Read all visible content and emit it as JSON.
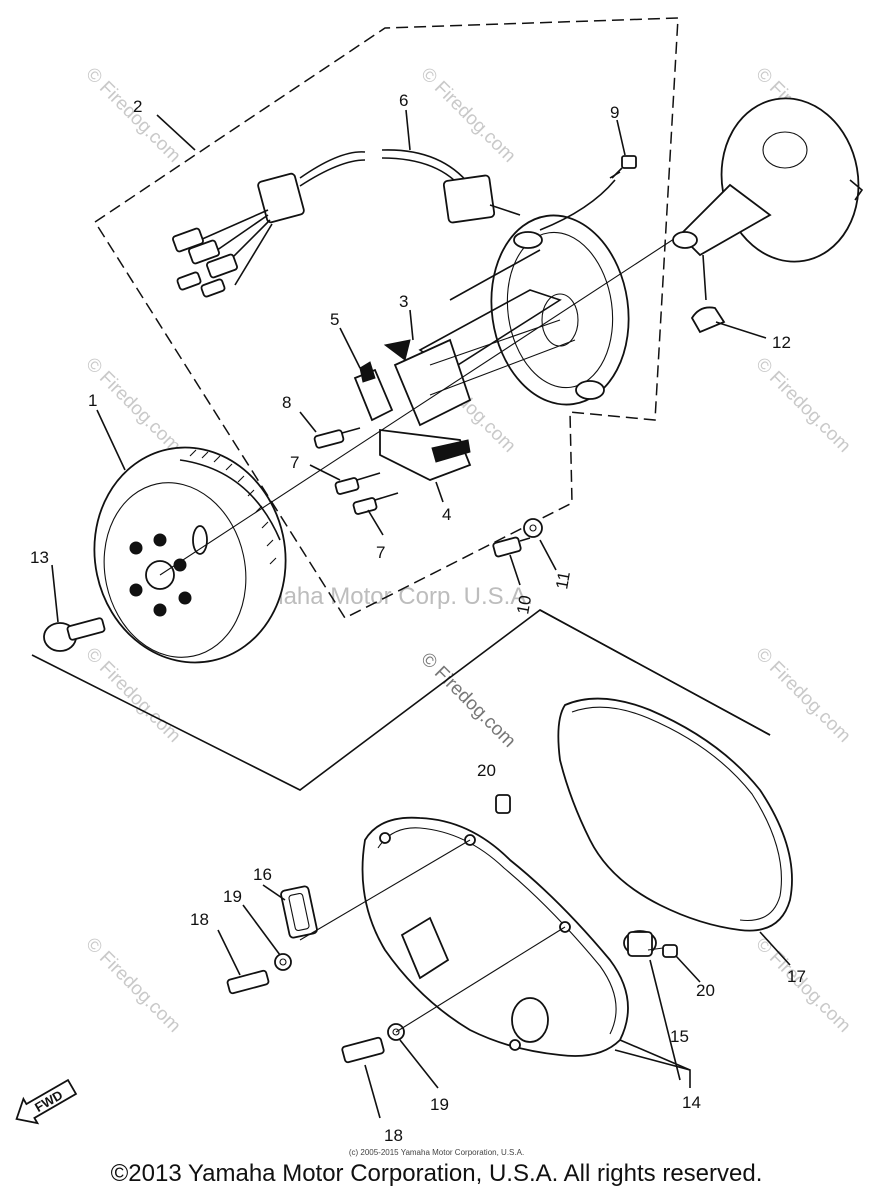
{
  "callouts": {
    "c1": "1",
    "c2": "2",
    "c3": "3",
    "c4": "4",
    "c5": "5",
    "c6": "6",
    "c7a": "7",
    "c7b": "7",
    "c8": "8",
    "c9": "9",
    "c10": "10",
    "c11": "11",
    "c12": "12",
    "c13": "13",
    "c14": "14",
    "c15": "15",
    "c16": "16",
    "c17": "17",
    "c18a": "18",
    "c18b": "18",
    "c19a": "19",
    "c19b": "19",
    "c20a": "20",
    "c20b": "20"
  },
  "watermarks": {
    "site": "© Firedog.com",
    "center": "Yamaha Motor Corp. U.S.A."
  },
  "fwd_label": "FWD",
  "small_copyright": "(c) 2005-2015 Yamaha Motor Corporation, U.S.A.",
  "copyright": "©2013 Yamaha Motor Corporation, U.S.A. All rights reserved."
}
